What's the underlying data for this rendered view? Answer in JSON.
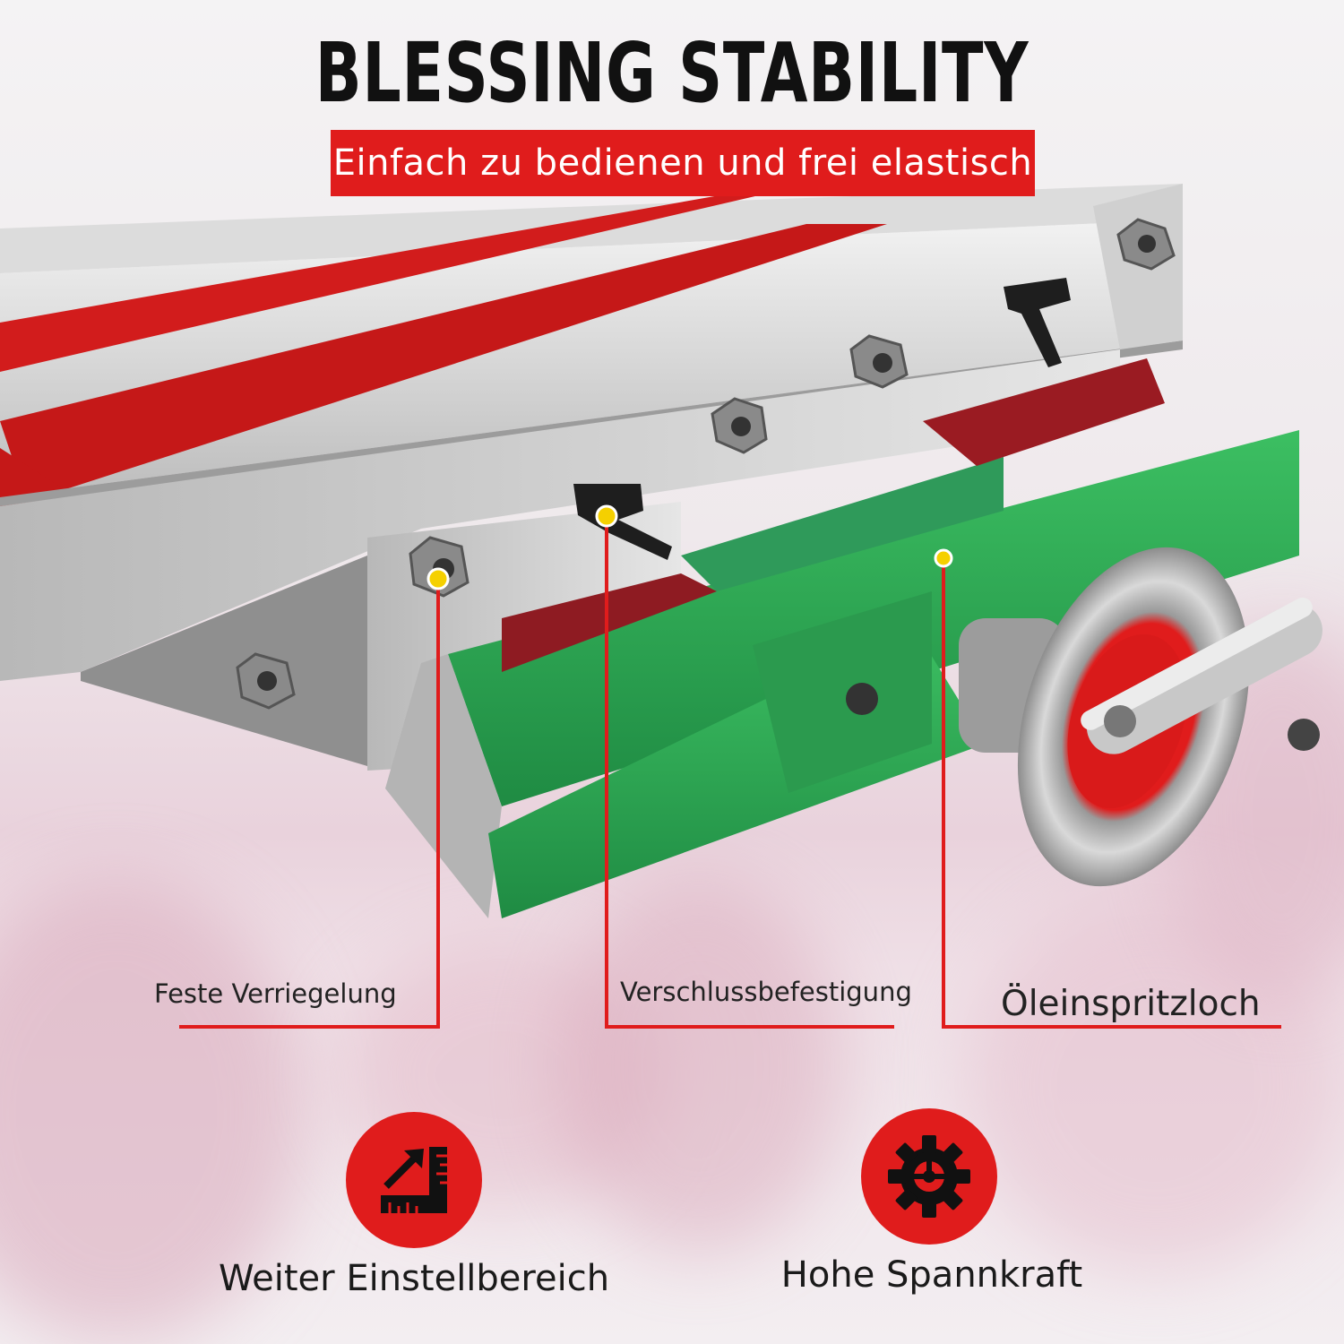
{
  "header": {
    "title": "BLESSING STABILITY",
    "subtitle": "Einfach zu bedienen und frei elastisch"
  },
  "callouts": [
    {
      "label": "Feste Verriegelung"
    },
    {
      "label": "Verschlussbefestigung"
    },
    {
      "label": "Öleinspritzloch"
    }
  ],
  "features": [
    {
      "icon": "ruler-arrow-icon",
      "label": "Weiter Einstellbereich"
    },
    {
      "icon": "gear-icon",
      "label": "Hohe Spannkraft"
    }
  ],
  "colors": {
    "accent_red": "#e01c1c",
    "callout_yellow": "#f5d000",
    "table_green": "#2fa655",
    "text_dark": "#111111"
  }
}
